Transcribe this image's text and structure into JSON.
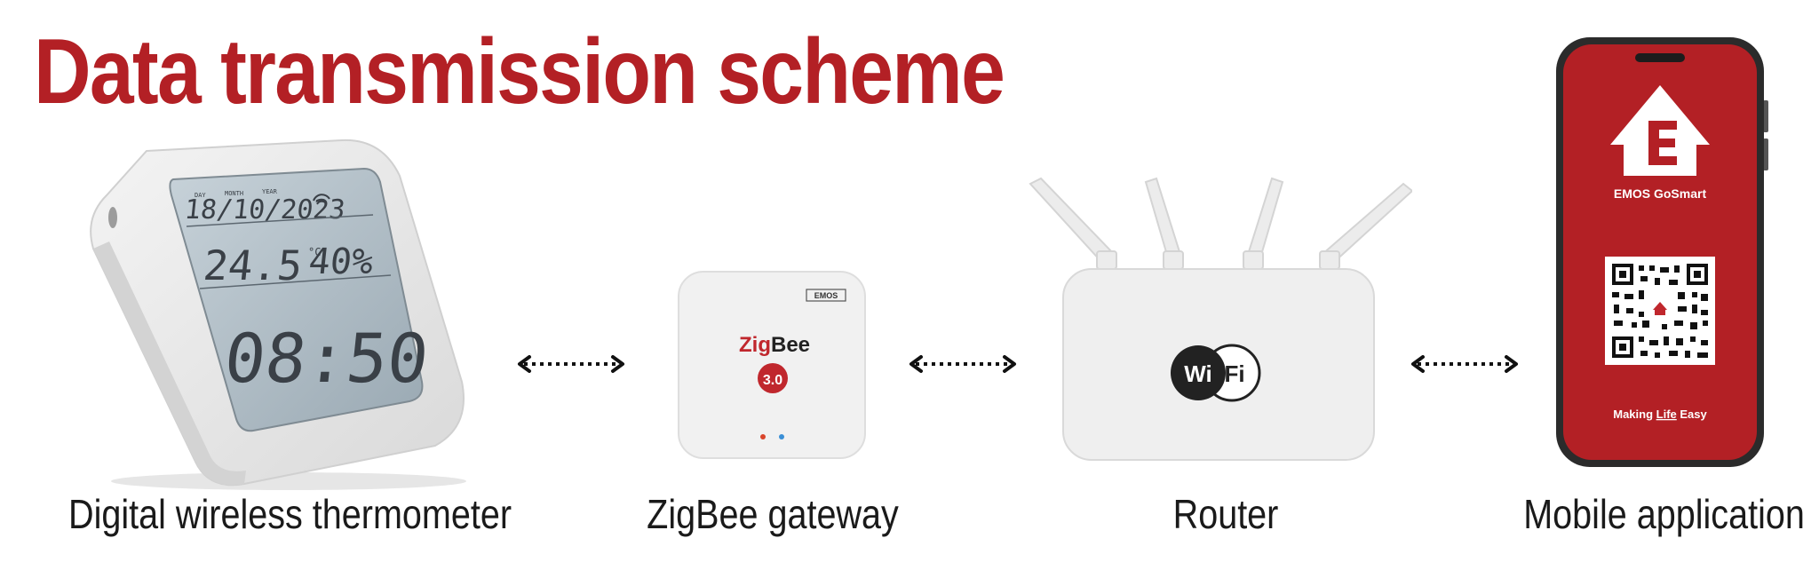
{
  "title": "Data transmission scheme",
  "colors": {
    "brand_red": "#b32025",
    "device_white": "#ededed",
    "lcd": "#b8c4cc"
  },
  "thermometer": {
    "label": "Digital wireless thermometer",
    "lcd_small_labels": [
      "DAY",
      "MONTH",
      "YEAR"
    ],
    "date": "18/10/2023",
    "temperature": "24.5",
    "temperature_unit": "°C",
    "humidity": "40%",
    "time": "08:50"
  },
  "gateway": {
    "label": "ZigBee gateway",
    "brand": "EMOS",
    "zig": "Zig",
    "bee": "Bee",
    "version": "3.0"
  },
  "router": {
    "label": "Router",
    "wifi_left": "Wi",
    "wifi_right": "Fi"
  },
  "phone": {
    "label": "Mobile application",
    "app_name": "EMOS GoSmart",
    "slogan_pre": "Making ",
    "slogan_life": "Life",
    "slogan_post": " Easy",
    "logo_letter": "E"
  },
  "icons": [
    "house-logo-icon",
    "qr-code-icon",
    "wifi-badge-icon",
    "dotted-double-arrow-icon"
  ]
}
